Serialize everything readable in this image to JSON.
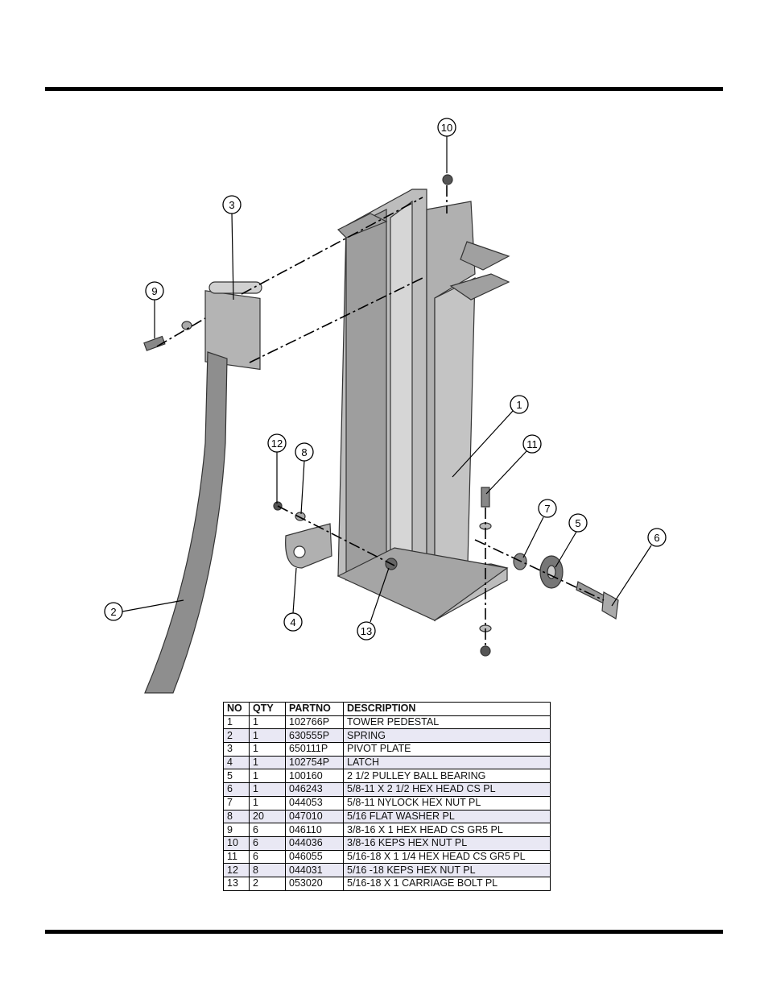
{
  "callouts": [
    "1",
    "2",
    "3",
    "4",
    "5",
    "6",
    "7",
    "8",
    "9",
    "10",
    "11",
    "12",
    "13"
  ],
  "parts_table": {
    "headers": [
      "NO",
      "QTY",
      "PARTNO",
      "DESCRIPTION"
    ],
    "rows": [
      [
        "1",
        "1",
        "102766P",
        "TOWER PEDESTAL"
      ],
      [
        "2",
        "1",
        "630555P",
        "SPRING"
      ],
      [
        "3",
        "1",
        "650111P",
        "PIVOT PLATE"
      ],
      [
        "4",
        "1",
        "102754P",
        "LATCH"
      ],
      [
        "5",
        "1",
        "100160",
        "2 1/2 PULLEY BALL BEARING"
      ],
      [
        "6",
        "1",
        "046243",
        "5/8-11 X 2 1/2 HEX HEAD CS PL"
      ],
      [
        "7",
        "1",
        "044053",
        "5/8-11 NYLOCK HEX NUT PL"
      ],
      [
        "8",
        "20",
        "047010",
        "5/16 FLAT WASHER PL"
      ],
      [
        "9",
        "6",
        "046110",
        "3/8-16 X 1 HEX HEAD CS GR5 PL"
      ],
      [
        "10",
        "6",
        "044036",
        "3/8-16 KEPS HEX NUT PL"
      ],
      [
        "11",
        "6",
        "046055",
        "5/16-18 X 1 1/4 HEX HEAD CS GR5 PL"
      ],
      [
        "12",
        "8",
        "044031",
        "5/16 -18 KEPS HEX NUT PL"
      ],
      [
        "13",
        "2",
        "053020",
        "5/16-18 X 1 CARRIAGE BOLT PL"
      ]
    ]
  }
}
